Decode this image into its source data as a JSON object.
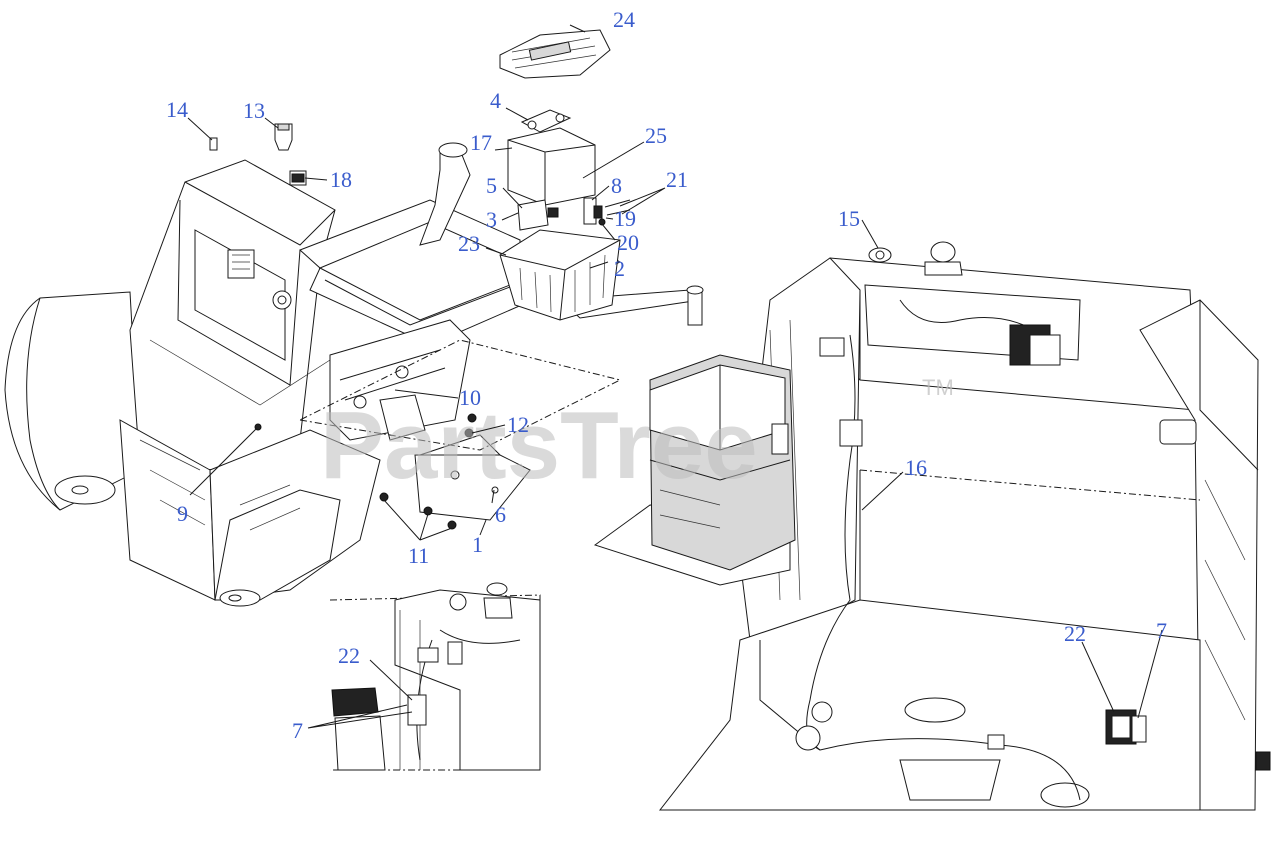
{
  "diagram": {
    "watermark": "PartsTree",
    "watermark_mark": "TM",
    "callout_color": "#3a5ccc",
    "callouts": [
      {
        "id": "c1",
        "label": "1"
      },
      {
        "id": "c2",
        "label": "2"
      },
      {
        "id": "c3",
        "label": "3"
      },
      {
        "id": "c4",
        "label": "4"
      },
      {
        "id": "c5",
        "label": "5"
      },
      {
        "id": "c6",
        "label": "6"
      },
      {
        "id": "c7a",
        "label": "7"
      },
      {
        "id": "c7b",
        "label": "7"
      },
      {
        "id": "c8",
        "label": "8"
      },
      {
        "id": "c9",
        "label": "9"
      },
      {
        "id": "c10",
        "label": "10"
      },
      {
        "id": "c11",
        "label": "11"
      },
      {
        "id": "c12",
        "label": "12"
      },
      {
        "id": "c13",
        "label": "13"
      },
      {
        "id": "c14",
        "label": "14"
      },
      {
        "id": "c15",
        "label": "15"
      },
      {
        "id": "c16",
        "label": "16"
      },
      {
        "id": "c17",
        "label": "17"
      },
      {
        "id": "c18",
        "label": "18"
      },
      {
        "id": "c19",
        "label": "19"
      },
      {
        "id": "c20",
        "label": "20"
      },
      {
        "id": "c21",
        "label": "21"
      },
      {
        "id": "c22a",
        "label": "22"
      },
      {
        "id": "c22b",
        "label": "22"
      },
      {
        "id": "c23",
        "label": "23"
      },
      {
        "id": "c24",
        "label": "24"
      },
      {
        "id": "c25",
        "label": "25"
      }
    ]
  }
}
